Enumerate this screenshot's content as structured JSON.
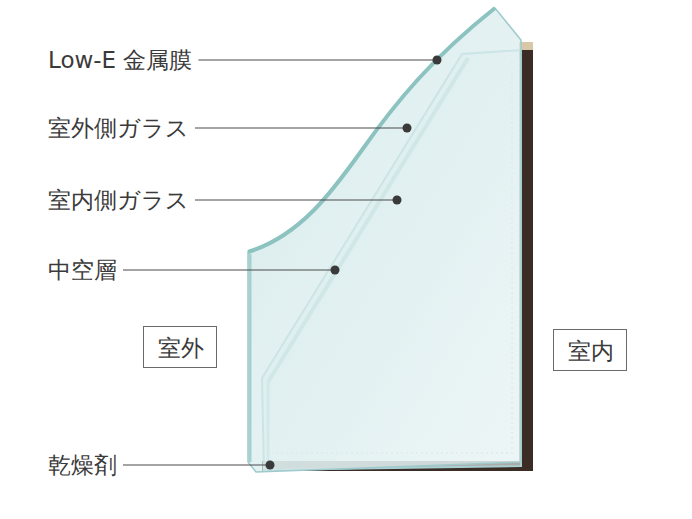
{
  "diagram": {
    "nodes": [
      {
        "text": [
          "室外"
        ]
      },
      {
        "text": [
          "室内"
        ]
      }
    ],
    "labels": [
      "Low-E 金属膜",
      "室外側ガラス",
      "室内側ガラス",
      "中空層",
      "乾燥剤"
    ]
  }
}
